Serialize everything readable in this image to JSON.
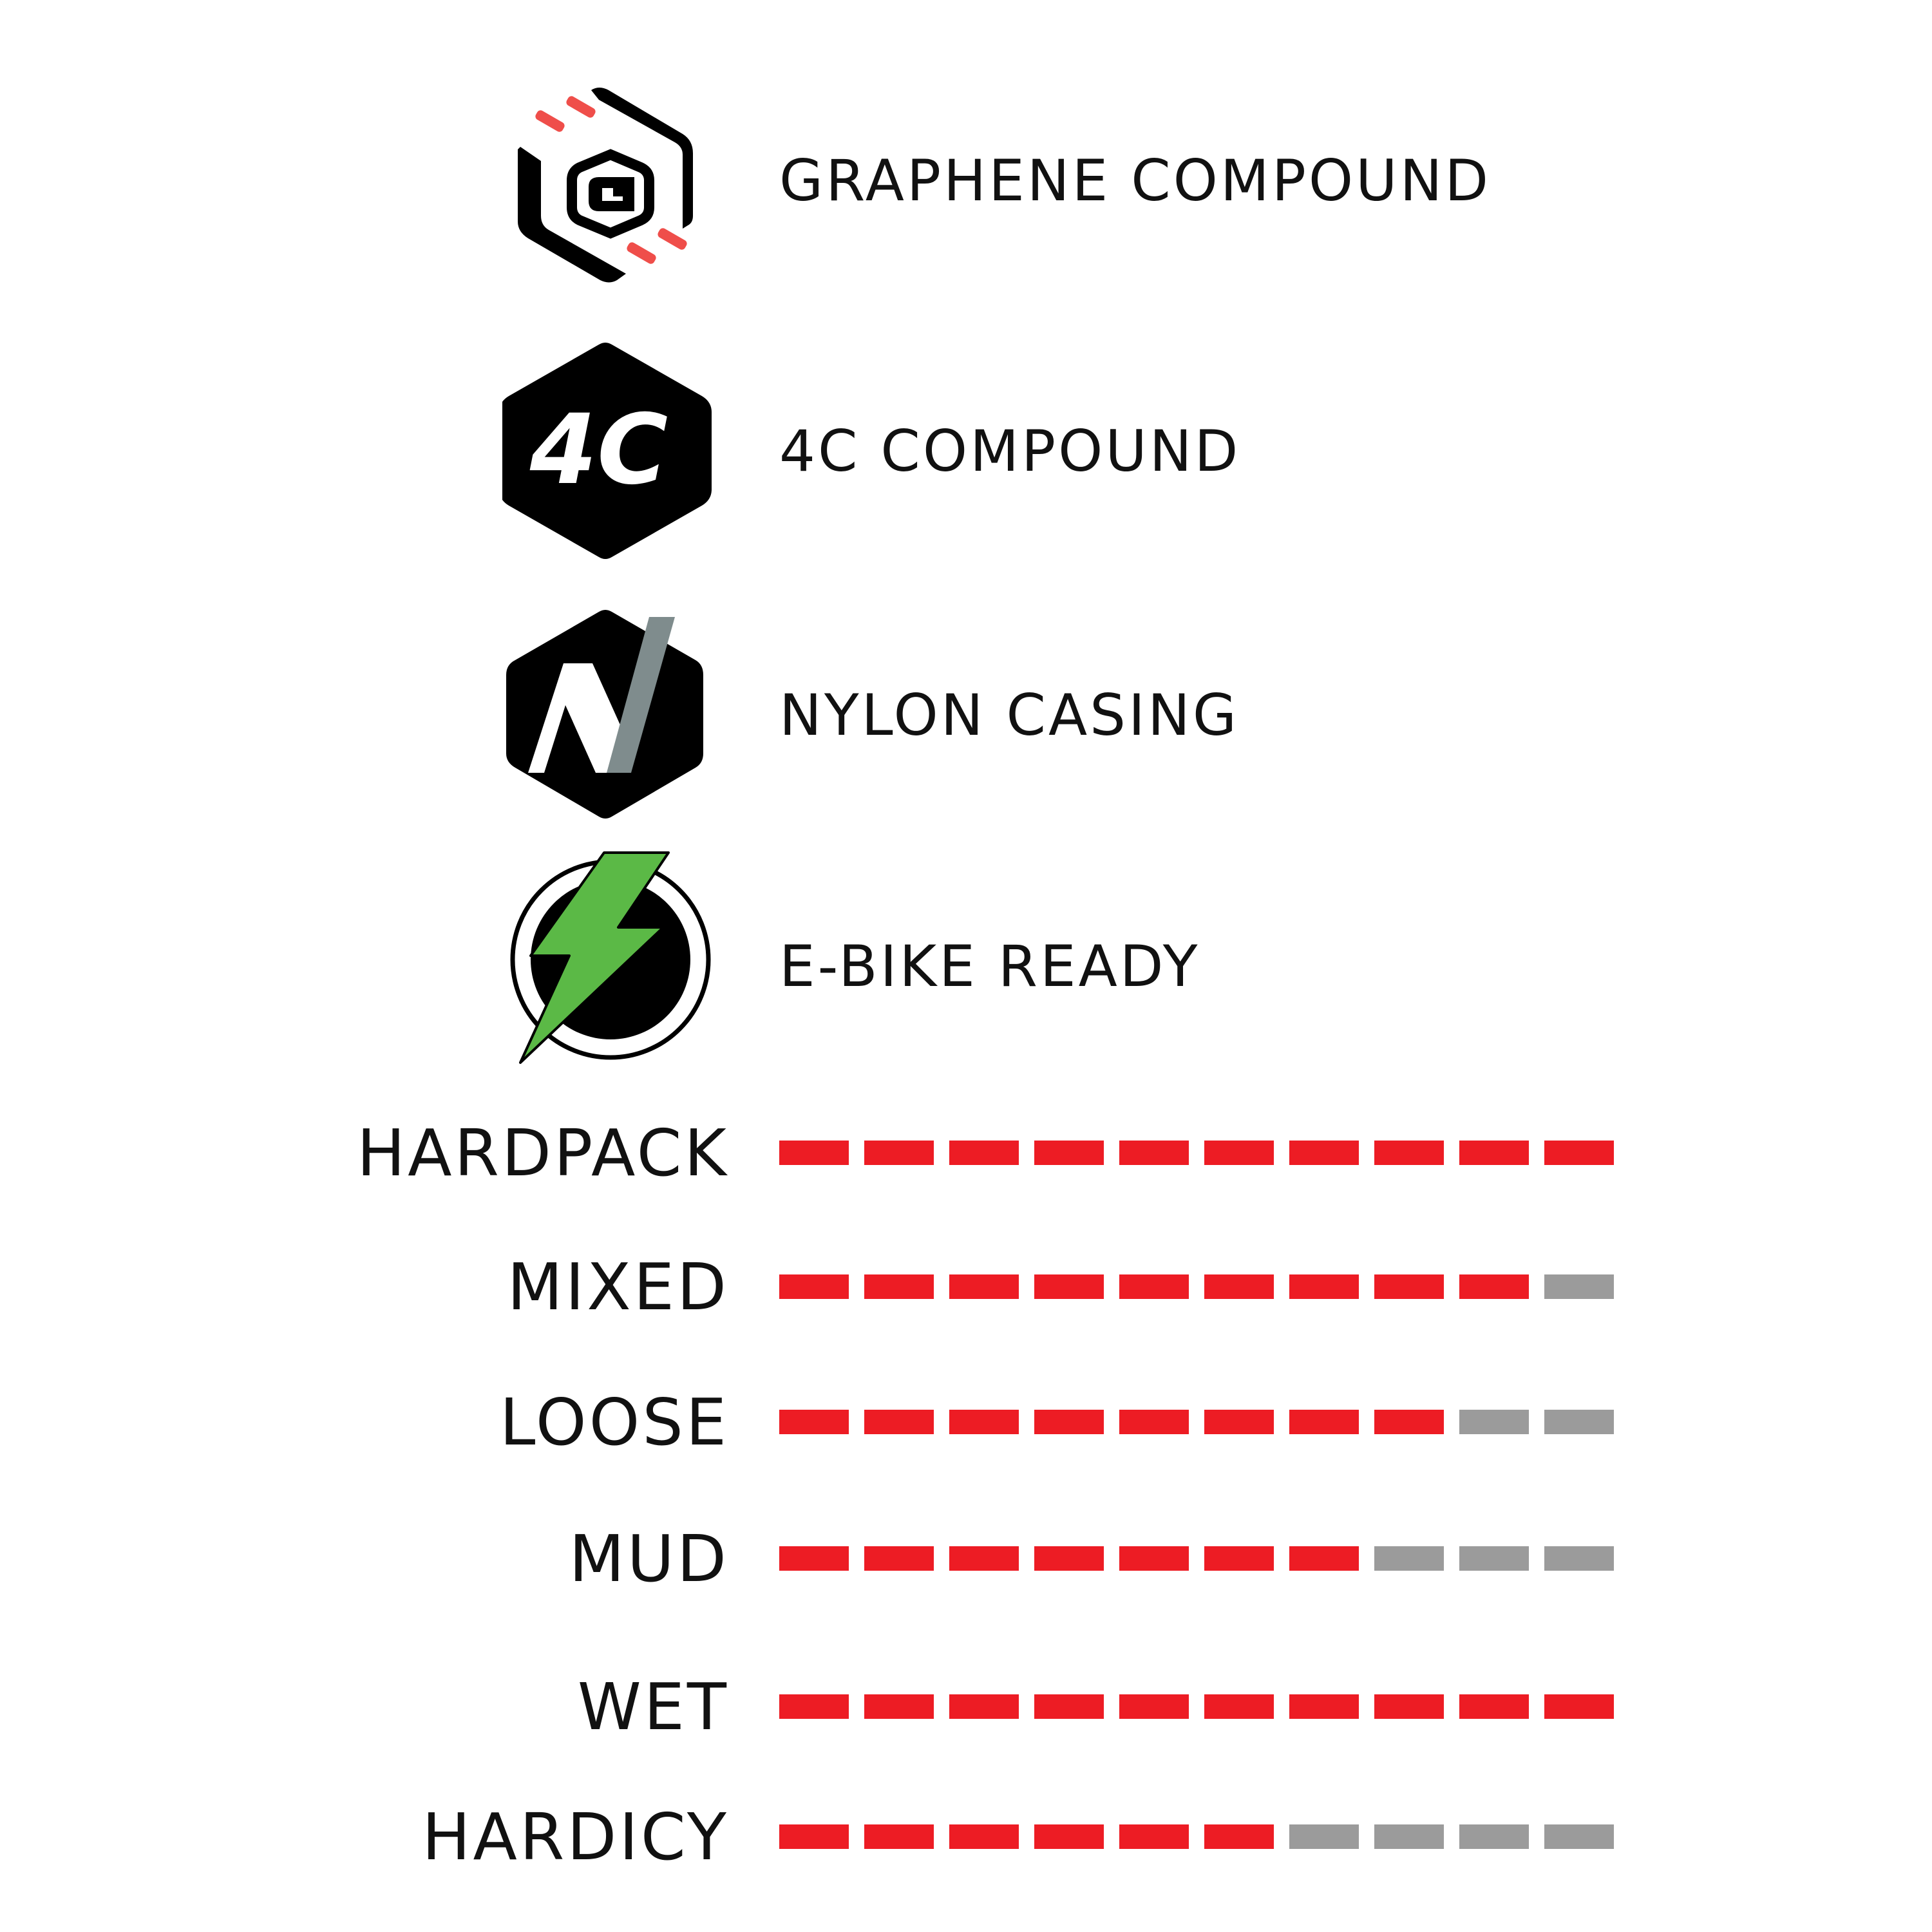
{
  "colors": {
    "filled": "#ed1c24",
    "empty": "#9b9b9b",
    "icon_black": "#000000",
    "graphene_accent": "#ef4e4a",
    "nylon_accent": "#7f8c8d",
    "bolt_green": "#5bb946"
  },
  "features": [
    {
      "icon": "graphene-g-hexagon-icon",
      "label": "GRAPHENE COMPOUND"
    },
    {
      "icon": "4c-hexagon-icon",
      "label": "4C COMPOUND"
    },
    {
      "icon": "nylon-n-hexagon-icon",
      "label": "NYLON CASING"
    },
    {
      "icon": "lightning-bolt-circle-icon",
      "label": "E-BIKE READY"
    }
  ],
  "ratings": {
    "max": 10,
    "rows": [
      {
        "label": "HARDPACK",
        "value": 10
      },
      {
        "label": "MIXED",
        "value": 9
      },
      {
        "label": "LOOSE",
        "value": 8
      },
      {
        "label": "MUD",
        "value": 7
      },
      {
        "label": "WET",
        "value": 10
      },
      {
        "label": "HARDICY",
        "value": 6
      }
    ]
  }
}
